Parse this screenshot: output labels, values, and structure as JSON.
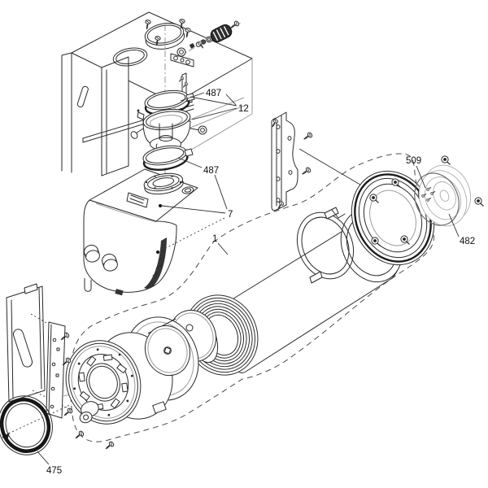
{
  "callouts": {
    "c487_top": "487",
    "c12": "12",
    "c487_mid": "487",
    "c7": "7",
    "c1": "1",
    "c509": "509",
    "c482": "482",
    "c475": "475"
  },
  "colors": {
    "ink": "#2a2a2a",
    "dark_band": "#161616",
    "ghost_gray": "#b5b5b5",
    "boundary_dash": "#4a4a4a",
    "paper": "#ffffff"
  }
}
